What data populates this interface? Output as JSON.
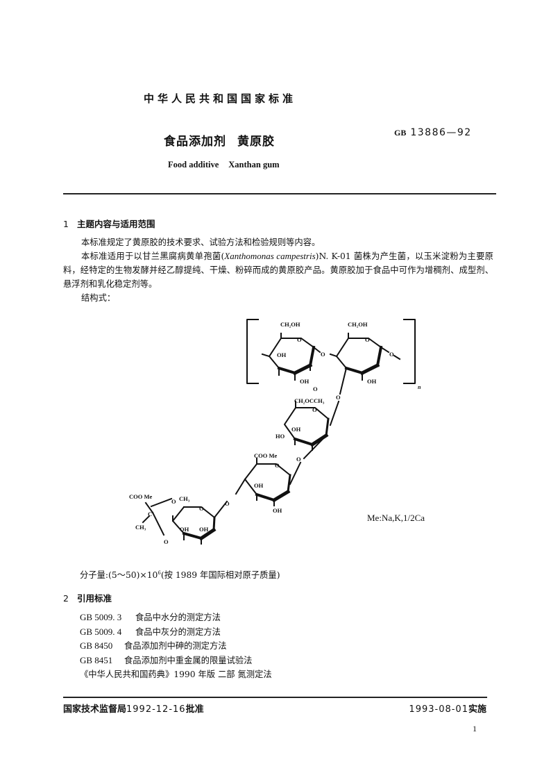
{
  "header": {
    "national_standard": "中华人民共和国国家标准",
    "title_cn_part1": "食品添加剂",
    "title_cn_part2": "黄原胶",
    "std_prefix": "GB",
    "std_number": "13886—92",
    "title_en_part1": "Food additive",
    "title_en_part2": "Xanthan gum"
  },
  "section1": {
    "number": "1",
    "title": "主题内容与适用范围",
    "para1": "本标准规定了黄原胶的技术要求、试验方法和检验规则等内容。",
    "para2_before_latin": "本标准适用于以甘兰黑腐病黄单孢菌(",
    "para2_latin": "Xanthomonas campestris",
    "para2_after_latin": ")N. K-01 菌株为产生菌，以玉米淀粉为主要原料，经特定的生物发酵并经乙醇提纯、干燥、粉碎而成的黄原胶产品。黄原胶加于食品中可作为增稠剂、成型剂、悬浮剂和乳化稳定剂等。",
    "structure_label": "结构式："
  },
  "structure": {
    "labels": {
      "ch2oh": "CH₂OH",
      "oh": "OH",
      "ho": "HO",
      "o": "O",
      "acetyl": "CH₂OCCH₃",
      "carbonyl_o": "O",
      "coo_me": "COO Me",
      "ch3": "CH₃",
      "c": "C",
      "n": "n"
    },
    "salt_note": "Me:Na,K,1/2Ca"
  },
  "molecular_weight": {
    "prefix": "分子量:(5～50)×10",
    "exponent": "6",
    "suffix": "(按 1989 年国际相对原子质量)"
  },
  "section2": {
    "number": "2",
    "title": "引用标准",
    "references": [
      {
        "code": "GB 5009. 3",
        "title": "食品中水分的测定方法"
      },
      {
        "code": "GB 5009. 4",
        "title": "食品中灰分的测定方法"
      },
      {
        "code": "GB 8450",
        "title": "食品添加剂中砷的测定方法"
      },
      {
        "code": "GB 8451",
        "title": "食品添加剂中重金属的限量试验法"
      }
    ],
    "pharmacopoeia": "《中华人民共和国药典》1990 年版 二部 氮测定法"
  },
  "footer": {
    "approver": "国家技术监督局",
    "approval_date": "1992-12-16",
    "approval_suffix": "批准",
    "effective_date": "1993-08-01",
    "effective_suffix": "实施",
    "page_number": "1"
  }
}
